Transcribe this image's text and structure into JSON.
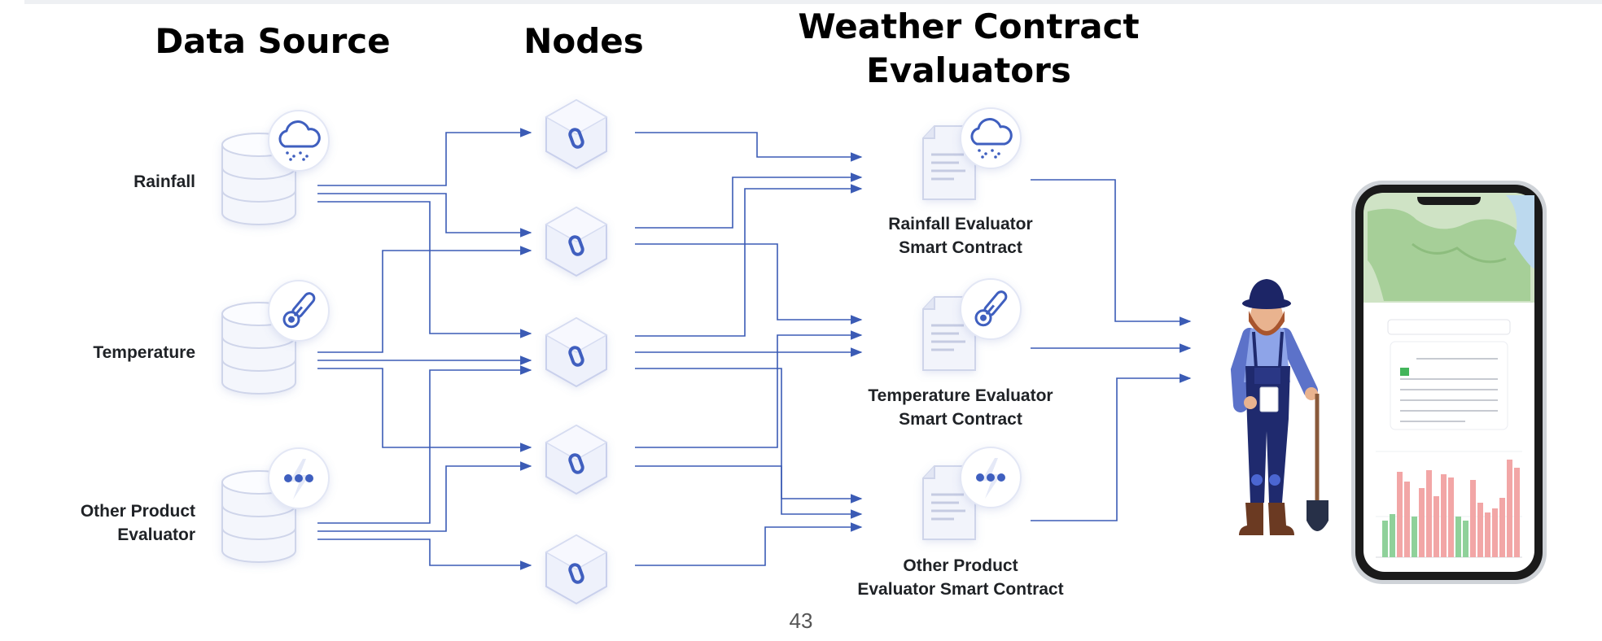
{
  "headers": {
    "data_source": "Data Source",
    "nodes": "Nodes",
    "evaluators_line1": "Weather Contract",
    "evaluators_line2": "Evaluators"
  },
  "sources": {
    "rainfall": "Rainfall",
    "temperature": "Temperature",
    "other_line1": "Other Product",
    "other_line2": "Evaluator"
  },
  "contracts": {
    "rainfall_line1": "Rainfall Evaluator",
    "rainfall_line2": "Smart Contract",
    "temperature_line1": "Temperature Evaluator",
    "temperature_line2": "Smart Contract",
    "other_line1": "Other Product",
    "other_line2": "Evaluator Smart Contract"
  },
  "page_number": "43",
  "colors": {
    "arrow": "#3b5bb5",
    "node_fill": "#eef1fb",
    "node_stroke": "#c9d0ec",
    "icon": "#3f5fbf",
    "db_fill": "#f4f6fc",
    "bar_red": "#f2a6a6",
    "bar_green": "#8fd19a"
  },
  "icons": [
    "rain-cloud-icon",
    "thermometer-icon",
    "lightning-ellipsis-icon",
    "chainlink-node-icon",
    "document-icon",
    "farmer-illustration",
    "smartphone-illustration"
  ]
}
